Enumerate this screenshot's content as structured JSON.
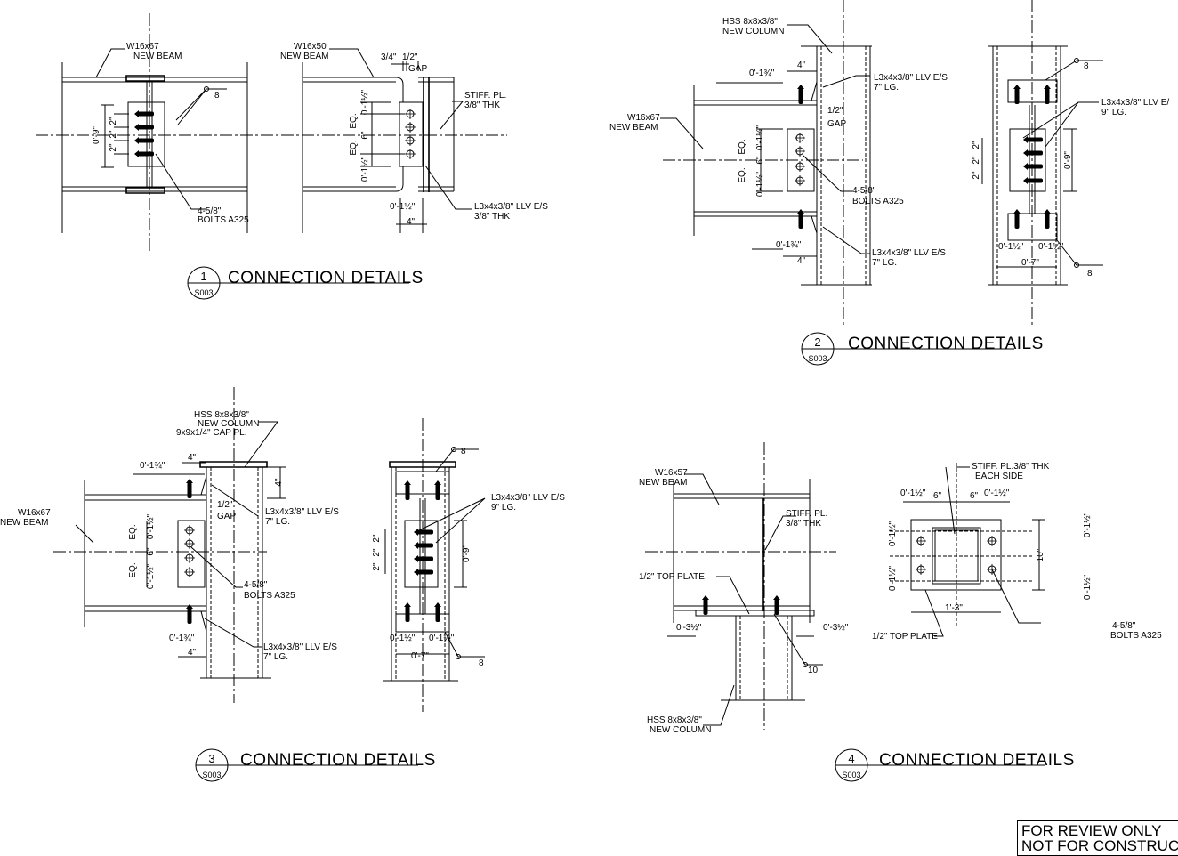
{
  "details": {
    "d1": {
      "number": "1",
      "sheet_ref": "S003",
      "title": "CONNECTION DETAILS",
      "labels": {
        "beam_a": "W16x67",
        "beam_a2": "NEW BEAM",
        "beam_b": "W16x50",
        "beam_b2": "NEW BEAM",
        "weld": "8",
        "bolts": "4-5/8\"",
        "bolts2": "BOLTS A325",
        "dim_09": "0'-9\"",
        "dim_2a": "2\"",
        "dim_2b": "2\"",
        "dim_2c": "2\"",
        "gap_a": "3/4\"",
        "gap_b": "1/2\"",
        "gap_c": "GAP",
        "stiff": "STIFF. PL.",
        "stiff2": "3/8\" THK",
        "angle": "L3x4x3/8\" LLV E/S",
        "angle2": "3/8\" THK",
        "eq1": "EQ.",
        "eq2": "EQ.",
        "d_112a": "0'-1½\"",
        "d_6": "6\"",
        "d_112b": "0'-1½\"",
        "d_112c": "0'-1½\"",
        "d_4": "4\""
      }
    },
    "d2": {
      "number": "2",
      "sheet_ref": "S003",
      "title": "CONNECTION DETAILS",
      "labels": {
        "col": "HSS 8x8x3/8\"",
        "col2": "NEW COLUMN",
        "ang_top": "L3x4x3/8\" LLV E/S",
        "ang_top2": "7\" LG.",
        "gap": "1/2\"",
        "gap2": "GAP",
        "beam": "W16x67",
        "beam2": "NEW BEAM",
        "bolts": "4-5/8\"",
        "bolts2": "BOLTS A325",
        "ang_bot": "L3x4x3/8\" LLV E/S",
        "ang_bot2": "7\" LG.",
        "d_134a": "0'-1¾\"",
        "d_4a": "4\"",
        "d_134b": "0'-1¾\"",
        "d_4b": "4\"",
        "eq1": "EQ.",
        "eq2": "EQ.",
        "d_112a": "0'-1½\"",
        "d_6": "6\"",
        "d_112b": "0'-1½\"",
        "ang_r": "L3x4x3/8\" LLV E/",
        "ang_r2": "9\" LG.",
        "weld_a": "8",
        "weld_b": "8",
        "d_09": "0'-9\"",
        "d_2a": "2\"",
        "d_2b": "2\"",
        "d_2c": "2\"",
        "d_112c": "0'-1½\"",
        "d_112d": "0'-1½\"",
        "d_07": "0'-7\""
      }
    },
    "d3": {
      "number": "3",
      "sheet_ref": "S003",
      "title": "CONNECTION DETAILS",
      "labels": {
        "col": "HSS 8x8x3/8\"",
        "col2": "NEW COLUMN",
        "col3": "9x9x1/4\" CAP PL.",
        "gap": "1/2\"",
        "gap2": "GAP",
        "ang_top": "L3x4x3/8\" LLV E/S",
        "ang_top2": "7\" LG.",
        "beam": "W16x67",
        "beam2": "NEW BEAM",
        "bolts": "4-5/8\"",
        "bolts2": "BOLTS A325",
        "ang_bot": "L3x4x3/8\" LLV E/S",
        "ang_bot2": "7\" LG.",
        "d_134a": "0'-1¾\"",
        "d_4a": "4\"",
        "d_4v": "4\"",
        "d_134b": "0'-1¾\"",
        "d_4b": "4\"",
        "eq1": "EQ.",
        "eq2": "EQ.",
        "d_112a": "0'-1½\"",
        "d_6": "6\"",
        "d_112b": "0'-1½\"",
        "ang_r": "L3x4x3/8\" LLV E/S",
        "ang_r2": "9\" LG.",
        "weld_a": "8",
        "weld_b": "8",
        "d_09": "0'-9\"",
        "d_2a": "2\"",
        "d_2b": "2\"",
        "d_2c": "2\"",
        "d_112c": "0'-1½\"",
        "d_112d": "0'-1½\"",
        "d_07": "0'-7\""
      }
    },
    "d4": {
      "number": "4",
      "sheet_ref": "S003",
      "title": "CONNECTION DETAILS",
      "labels": {
        "beam": "W16x57",
        "beam2": "NEW BEAM",
        "stiff": "STIFF. PL.",
        "stiff2": "3/8\" THK",
        "plate": "1/2\" TOP PLATE",
        "d_312a": "0'-3½\"",
        "d_312b": "0'-3½\"",
        "weld": "10",
        "col": "HSS 8x8x3/8\"",
        "col2": "NEW COLUMN",
        "stiff_r": "STIFF. PL.3/8\" THK",
        "stiff_r2": "EACH SIDE",
        "d_112a": "0'-1½\"",
        "d_6a": "6\"",
        "d_6b": "6\"",
        "d_112b": "0'-1½\"",
        "d_112c": "0'-1½\"",
        "d_112d": "0'-1½\"",
        "d_112e": "0'-1½\"",
        "d_112f": "0'-1½\"",
        "d_10": "10\"",
        "d_13": "1'-3\"",
        "plate_r": "1/2\" TOP PLATE",
        "bolts": "4-5/8\"",
        "bolts2": "BOLTS A325"
      }
    }
  },
  "stamp": {
    "line1": "FOR REVIEW ONLY",
    "line2": "NOT FOR CONSTRUCTION"
  }
}
